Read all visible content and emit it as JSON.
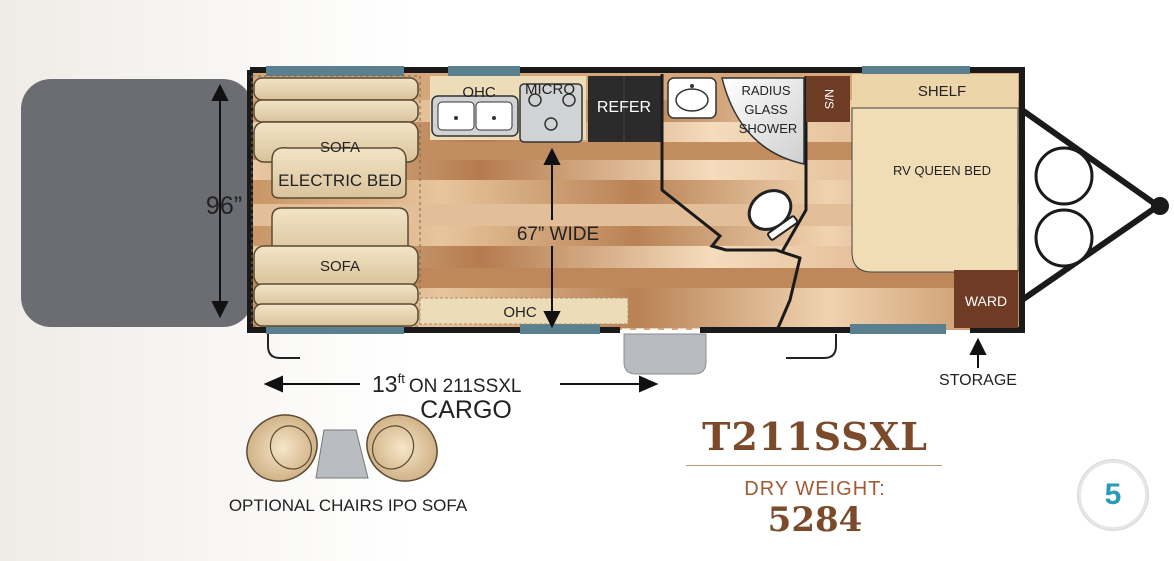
{
  "labels": {
    "ohc_kitchen": "OHC",
    "micro": "MICRO",
    "refer": "REFER",
    "radius": "RADIUS",
    "glass": "GLASS",
    "shower": "SHOWER",
    "ns": "N/S",
    "shelf": "SHELF",
    "sofa_top": "SOFA",
    "electric_bed": "ELECTRIC BED",
    "sofa_bottom": "SOFA",
    "width_dim": "67” WIDE",
    "ohc_bottom": "OHC",
    "rv_queen_bed": "RV QUEEN BED",
    "ward": "WARD",
    "height_dim": "96”",
    "storage": "STORAGE",
    "cargo_size": "13",
    "cargo_unit": "ft",
    "cargo_model": "ON 211SSXL",
    "cargo": "CARGO",
    "optional_chairs": "OPTIONAL CHAIRS IPO SOFA"
  },
  "model": "T211SSXL",
  "dry_weight_label": "DRY WEIGHT:",
  "dry_weight_value": "5284",
  "page_number": "5",
  "colors": {
    "brand_brown": "#7b4a2a",
    "accent_rust": "#a25a32",
    "badge_teal": "#2a9bb5",
    "ramp_gray": "#6b6d73",
    "wall": "#1a1a1a",
    "window": "#5a7f8f"
  }
}
